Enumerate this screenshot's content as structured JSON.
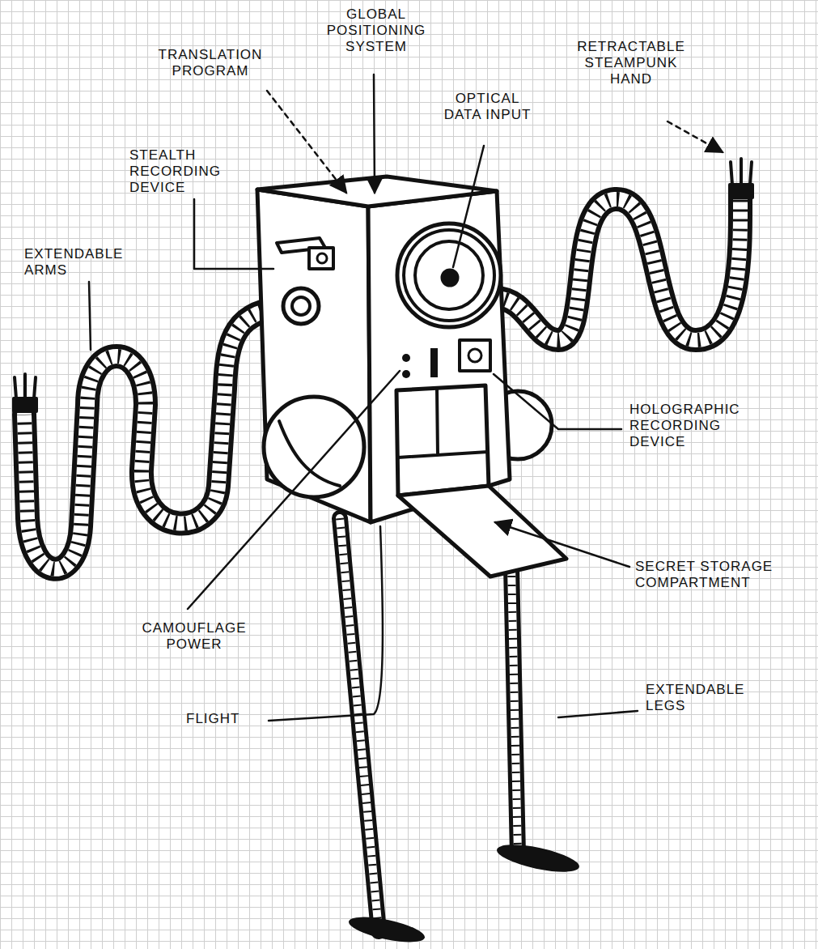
{
  "diagram": {
    "labels": [
      "TRANSLATION PROGRAM",
      "GLOBAL POSITIONING SYSTEM",
      "OPTICAL DATA INPUT",
      "RETRACTABLE STEAMPUNK HAND",
      "STEALTH RECORDING DEVICE",
      "EXTENDABLE ARMS",
      "HOLOGRAPHIC RECORDING DEVICE",
      "SECRET STORAGE COMPARTMENT",
      "CAMOUFLAGE POWER",
      "FLIGHT",
      "EXTENDABLE LEGS"
    ]
  }
}
